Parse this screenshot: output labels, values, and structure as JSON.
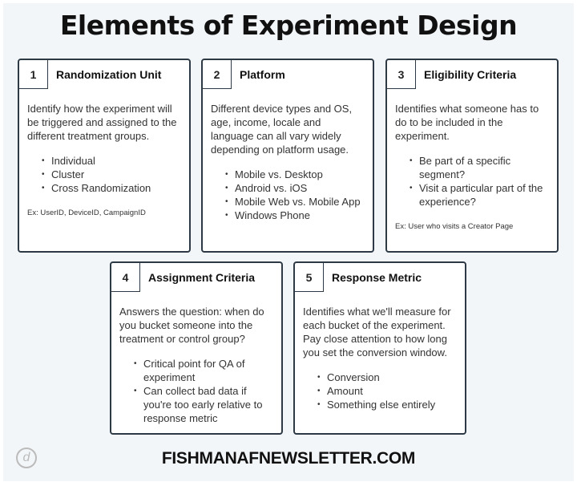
{
  "title": "Elements of Experiment Design",
  "cards": [
    {
      "num": "1",
      "title": "Randomization Unit",
      "text": "Identify how the experiment will be triggered and assigned to the different treatment groups.",
      "bullets": [
        "Individual",
        "Cluster",
        "Cross Randomization"
      ],
      "example": "Ex: UserID, DeviceID, CampaignID"
    },
    {
      "num": "2",
      "title": "Platform",
      "text": "Different device types and OS, age, income, locale and language can all vary widely depending on platform usage.",
      "bullets": [
        "Mobile vs. Desktop",
        "Android vs. iOS",
        "Mobile Web vs. Mobile App",
        "Windows Phone"
      ]
    },
    {
      "num": "3",
      "title": "Eligibility Criteria",
      "text": "Identifies what someone has to do to be included in the experiment.",
      "bullets": [
        "Be part of a specific segment?",
        "Visit a particular part of the experience?"
      ],
      "example": "Ex: User who visits a Creator Page"
    },
    {
      "num": "4",
      "title": "Assignment Criteria",
      "text": "Answers the question: when do you bucket someone into the treatment or control group?",
      "bullets": [
        "Critical point for QA of experiment",
        "Can collect bad data if you're too early relative to response metric"
      ]
    },
    {
      "num": "5",
      "title": "Response Metric",
      "text": "Identifies what we'll measure for each bucket of the experiment. Pay close attention to how long you set the conversion window.",
      "bullets": [
        "Conversion",
        "Amount",
        "Something else entirely"
      ]
    }
  ],
  "footer": "FISHMANAFNEWSLETTER.COM",
  "logo_text": "d"
}
